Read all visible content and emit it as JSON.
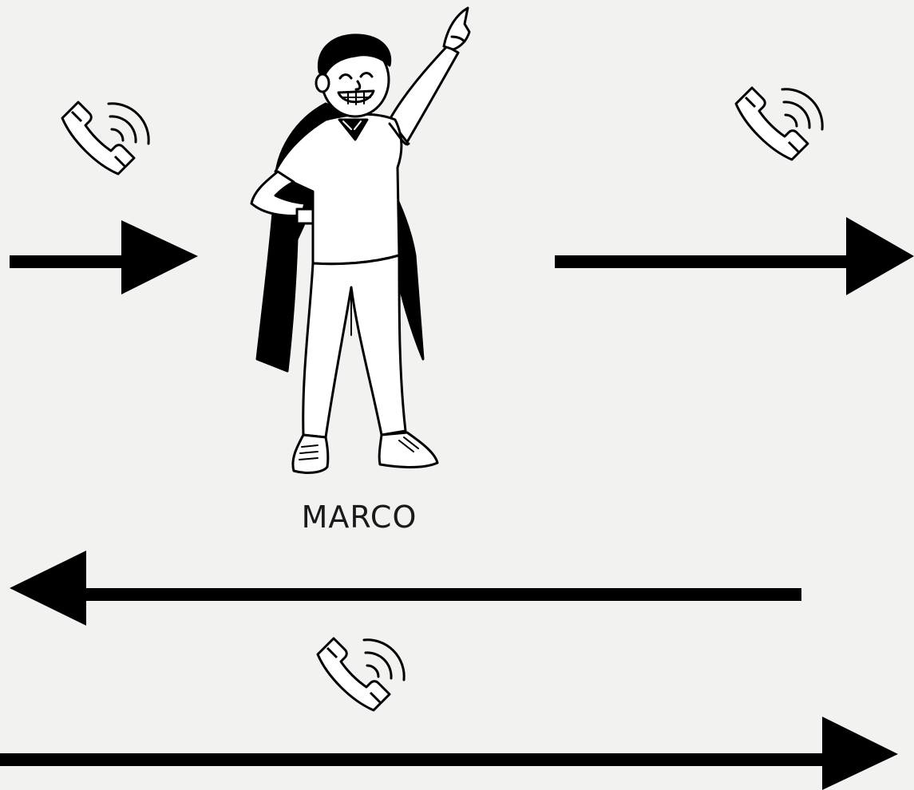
{
  "diagram": {
    "person": {
      "name": "MARCO",
      "figure": "superhero-person-with-cape-pointing-up"
    },
    "icons": [
      {
        "name": "phone-ringing-icon"
      },
      {
        "name": "phone-ringing-icon"
      },
      {
        "name": "phone-ringing-icon"
      }
    ],
    "arrows": [
      {
        "direction": "right"
      },
      {
        "direction": "right"
      },
      {
        "direction": "left"
      },
      {
        "direction": "right"
      }
    ],
    "colors": {
      "background": "#f2f2f0",
      "ink": "#000000"
    }
  }
}
